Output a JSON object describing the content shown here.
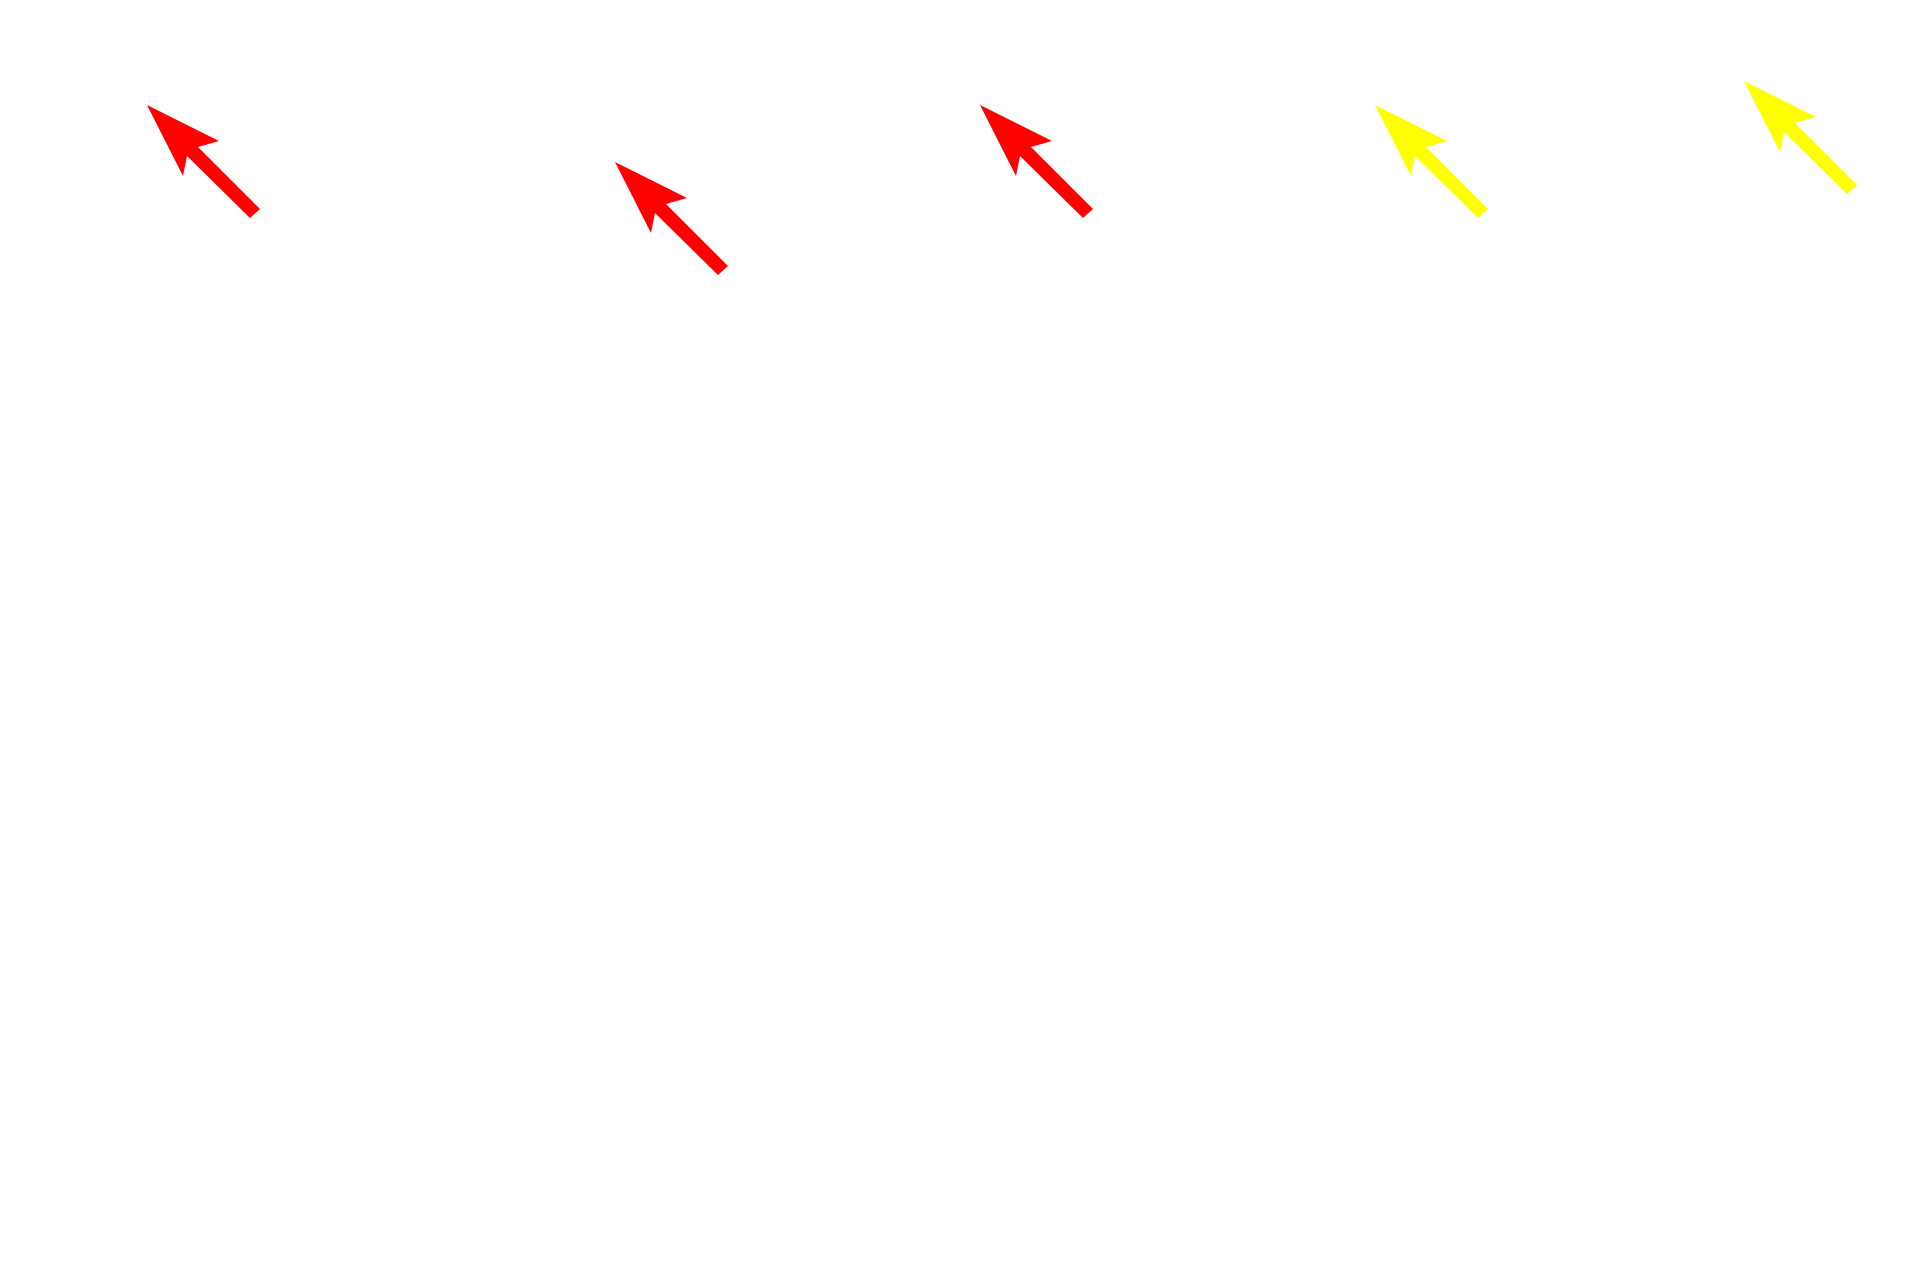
{
  "colors": {
    "red": "#ff0000",
    "yellow": "#ffff00",
    "background": "#ffffff"
  },
  "arrows": [
    {
      "color": "red",
      "direction": "up-left"
    },
    {
      "color": "red",
      "direction": "up-left"
    },
    {
      "color": "red",
      "direction": "up-left"
    },
    {
      "color": "yellow",
      "direction": "up-left"
    },
    {
      "color": "yellow",
      "direction": "up-left"
    }
  ]
}
